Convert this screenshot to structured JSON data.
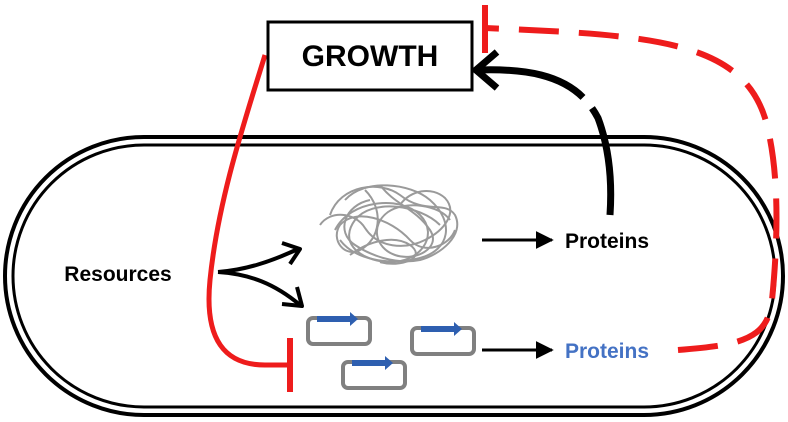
{
  "growth": {
    "label": "GROWTH"
  },
  "resources": {
    "label": "Resources"
  },
  "native_proteins": {
    "label": "Proteins"
  },
  "synthetic_proteins": {
    "label": "Proteins"
  },
  "colors": {
    "inhibition": "#ee1c1c",
    "activation": "#000000",
    "synthetic_text": "#4472c4",
    "plasmid_outline": "#808080",
    "gene_arrow": "#2e5fb0",
    "chromosome": "#9a9a9a"
  }
}
